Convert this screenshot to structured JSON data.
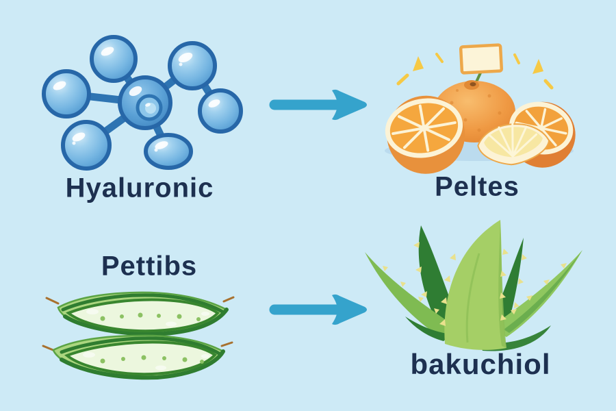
{
  "panels": {
    "top_left": {
      "label": "Hyaluronic",
      "illustration": "molecule-icon"
    },
    "top_right": {
      "label": "Peltes",
      "illustration": "oranges-icon"
    },
    "bottom_left": {
      "label": "Pettibs",
      "illustration": "aloe-slices-icon"
    },
    "bottom_right": {
      "label": "bakuchiol",
      "illustration": "aloe-plant-icon"
    }
  },
  "arrows": {
    "top": {
      "icon": "arrow-right-icon",
      "direction": "right"
    },
    "bottom": {
      "icon": "arrow-right-icon",
      "direction": "right"
    }
  },
  "colors": {
    "background": "#cdeaf6",
    "label_text": "#1d3050",
    "arrow": "#35a3cc",
    "molecule_blue": "#7fbce4",
    "molecule_outline": "#2767a8",
    "orange_body": "#f09a44",
    "orange_rind": "#e8913c",
    "orange_pith": "#fcf3d6",
    "orange_flesh": "#f5a73e",
    "wedge_flesh": "#f7e7a2",
    "flag_fill": "#fcf4d8",
    "flag_border": "#eda84a",
    "sparkle_yellow": "#f6c945",
    "slice_skin": "#abd67f",
    "slice_gel": "#ecf7de",
    "slice_outline": "#2f7d30",
    "aloe_dark": "#2f7d33",
    "aloe_light": "#8fc75f",
    "spike_yellow": "#e9e18d",
    "shadow_blue": "#b7d8ec"
  }
}
